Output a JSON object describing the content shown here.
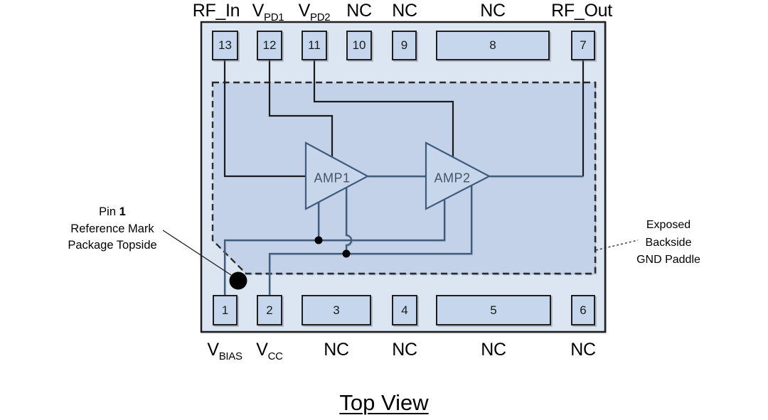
{
  "title": {
    "text": "Top View"
  },
  "package": {
    "pins_top": [
      {
        "number": "13",
        "label_main": "RF_In",
        "label_sub": ""
      },
      {
        "number": "12",
        "label_main": "V",
        "label_sub": "PD1"
      },
      {
        "number": "11",
        "label_main": "V",
        "label_sub": "PD2"
      },
      {
        "number": "10",
        "label_main": "NC",
        "label_sub": ""
      },
      {
        "number": "9",
        "label_main": "NC",
        "label_sub": ""
      },
      {
        "number": "8",
        "label_main": "NC",
        "label_sub": ""
      },
      {
        "number": "7",
        "label_main": "RF_Out",
        "label_sub": ""
      }
    ],
    "pins_bottom": [
      {
        "number": "1",
        "label_main": "V",
        "label_sub": "BIAS"
      },
      {
        "number": "2",
        "label_main": "V",
        "label_sub": "CC"
      },
      {
        "number": "3",
        "label_main": "NC",
        "label_sub": ""
      },
      {
        "number": "4",
        "label_main": "NC",
        "label_sub": ""
      },
      {
        "number": "5",
        "label_main": "NC",
        "label_sub": ""
      },
      {
        "number": "6",
        "label_main": "NC",
        "label_sub": ""
      }
    ],
    "amplifiers": [
      {
        "label": "AMP1"
      },
      {
        "label": "AMP2"
      }
    ]
  },
  "annotations": {
    "pin1_mark": {
      "line1_normal": "Pin",
      "line1_bold": "1",
      "line2": "Reference Mark",
      "line3": "Package Topside"
    },
    "gnd_paddle": {
      "line1": "Exposed",
      "line2": "Backside",
      "line3": "GND Paddle"
    }
  },
  "colors": {
    "background": "#ffffff",
    "package_fill": "#dce6f2",
    "package_stroke": "#1f1f1f",
    "pin_fill": "#c6d6ec",
    "paddle_fill": "#c3d2e9",
    "paddle_stroke": "#2b2b2b",
    "amp_fill": "#c8d6ec",
    "amp_stroke": "#3f5c7e",
    "wire_signal": "#1b1b1b",
    "wire_bias": "#3f5c7e",
    "amp_text": "#44546a",
    "text": "#000000"
  }
}
